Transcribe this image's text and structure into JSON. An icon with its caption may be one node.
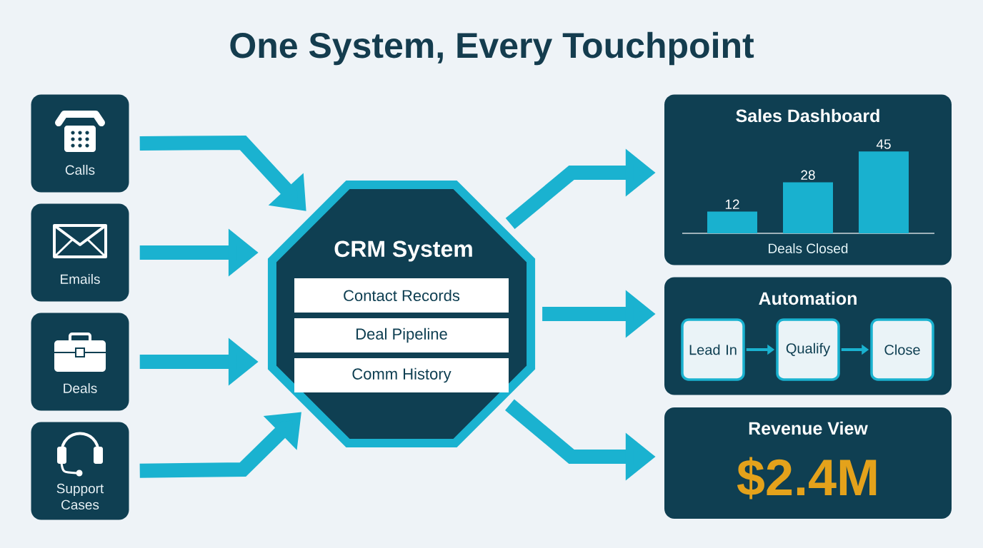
{
  "diagram": {
    "title": "One System, Every Touchpoint",
    "nodes": [
      {
        "text": [
          "Calls"
        ]
      },
      {
        "text": [
          "Emails"
        ]
      },
      {
        "text": [
          "Deals"
        ]
      },
      {
        "text": [
          "Support Cases"
        ]
      },
      {
        "text": [
          "CRM System"
        ]
      },
      {
        "text": [
          "Contact Records"
        ],
        "in": 4
      },
      {
        "text": [
          "Deal Pipeline"
        ],
        "in": 4
      },
      {
        "text": [
          "Comm History"
        ],
        "in": 4
      },
      {
        "text": [
          "Sales Dashboard"
        ]
      },
      {
        "text": [
          "Automation"
        ]
      },
      {
        "text": [
          "Lead In"
        ],
        "in": 9
      },
      {
        "text": [
          "Qualify"
        ],
        "in": 9
      },
      {
        "text": [
          "Close"
        ],
        "in": 9
      },
      {
        "text": [
          "Revenue View",
          "$2.4M"
        ]
      }
    ],
    "edges": [
      {
        "from": 0,
        "to": 4,
        "arrow": "to"
      },
      {
        "from": 1,
        "to": 4,
        "arrow": "to"
      },
      {
        "from": 2,
        "to": 4,
        "arrow": "to"
      },
      {
        "from": 3,
        "to": 4,
        "arrow": "to"
      },
      {
        "from": 4,
        "to": 8,
        "arrow": "to"
      },
      {
        "from": 4,
        "to": 9,
        "arrow": "to"
      },
      {
        "from": 4,
        "to": 13,
        "arrow": "to"
      },
      {
        "from": 10,
        "to": 11,
        "arrow": "to"
      },
      {
        "from": 11,
        "to": 12,
        "arrow": "to"
      }
    ],
    "chart_data": {
      "type": "bar",
      "xlabel": "Deals Closed",
      "categories": [
        null,
        null,
        null
      ],
      "series": [
        {
          "color": "#19b1cf",
          "values": [
            12,
            28,
            45
          ]
        }
      ],
      "data_labels": true
    }
  }
}
